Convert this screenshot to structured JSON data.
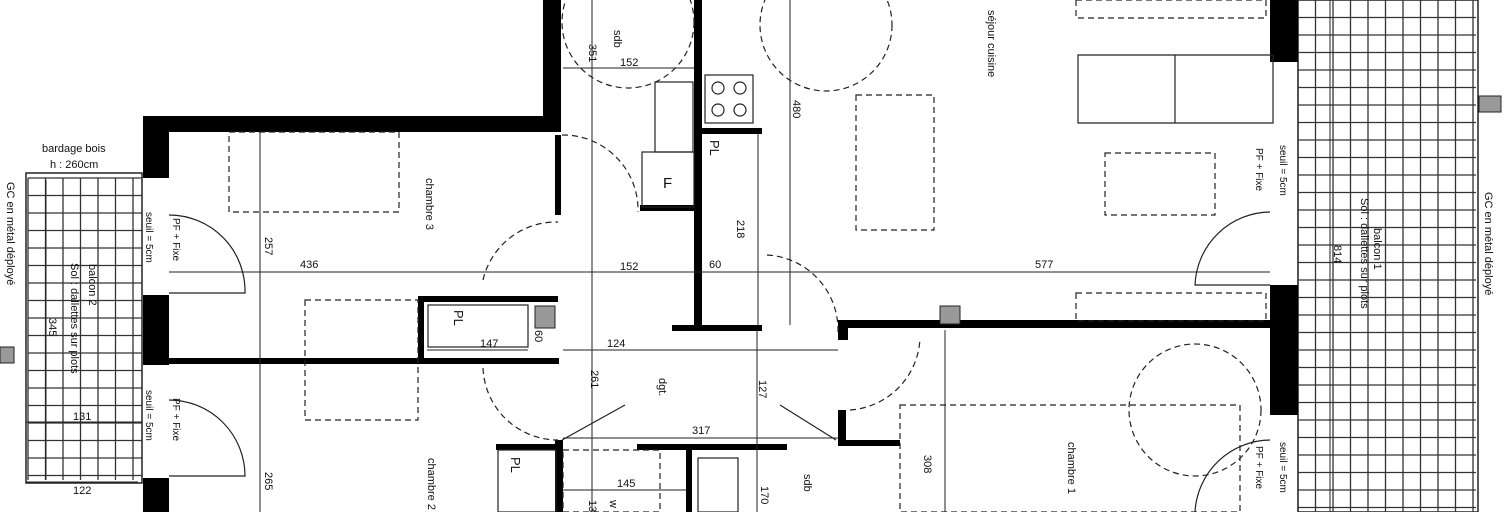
{
  "rooms": {
    "sdb_top": "sdb",
    "sejour": "séjour cuisine",
    "chambre3": "chambre 3",
    "chambre2": "chambre 2",
    "chambre1": "chambre 1",
    "dgt": "dgt.",
    "sdb_bottom": "sdb",
    "wc": "w"
  },
  "balcony1": {
    "name": "balcon 1",
    "floor": "Sol : dallettes sur plots",
    "railing": "GC en métal déployé"
  },
  "balcony2": {
    "name": "balcon 2",
    "floor": "Sol : dallettes sur plots",
    "railing": "GC en métal déployé",
    "cladding": "bardage bois",
    "cladding_height": "h : 260cm"
  },
  "annotations": {
    "pf_fixe": "PF + Fixe",
    "seuil": "seuil = 5cm",
    "placard": "PL",
    "fridge": "F"
  },
  "dimensions": {
    "d351": "351",
    "d152a": "152",
    "d480": "480",
    "d218": "218",
    "d257": "257",
    "d436": "436",
    "d152b": "152",
    "d60a": "60",
    "d577": "577",
    "d814": "814",
    "d147": "147",
    "d60b": "60",
    "d124": "124",
    "d261": "261",
    "d127": "127",
    "d317": "317",
    "d145": "145",
    "d13": "13",
    "d170": "170",
    "d308": "308",
    "d265": "265",
    "d131": "131",
    "d122": "122",
    "d345": "345"
  }
}
